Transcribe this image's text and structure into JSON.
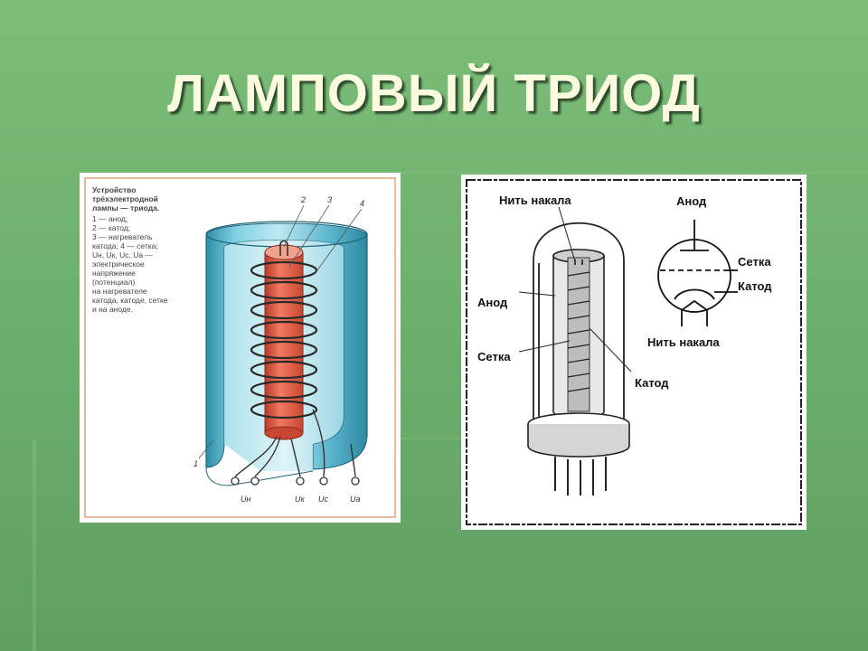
{
  "slide": {
    "title": "ЛАМПОВЫЙ ТРИОД"
  },
  "left_figure": {
    "caption": {
      "heading_lines": [
        "Устройство",
        "трёхэлектродной",
        "лампы — триода."
      ],
      "body_lines": [
        "1 — анод;",
        "2 — катод;",
        "3 — нагреватель",
        "катода; 4 — сетка;",
        "Uн, Uк, Uс, Uа —",
        "электрическое",
        "напряжение",
        "(потенциал)",
        "на нагревателе",
        "катода, катоде, сетке",
        "и на аноде."
      ]
    },
    "callouts": {
      "n2": "2",
      "n3": "3",
      "n4": "4",
      "n1": "1"
    },
    "terminals": {
      "uh": "Uн",
      "uk": "Uк",
      "uc": "Uс",
      "ua": "Uа"
    },
    "colors": {
      "anode": "#5fb9cf",
      "cathode": "#e0604a",
      "frame": "#e9b99a"
    }
  },
  "right_figure": {
    "labels": {
      "filament_top": "Нить накала",
      "anode_left": "Анод",
      "grid_left": "Сетка",
      "cathode_right": "Катод",
      "symbol_anode": "Анод",
      "symbol_grid": "Сетка",
      "symbol_cathode": "Катод",
      "symbol_filament": "Нить накала"
    }
  }
}
